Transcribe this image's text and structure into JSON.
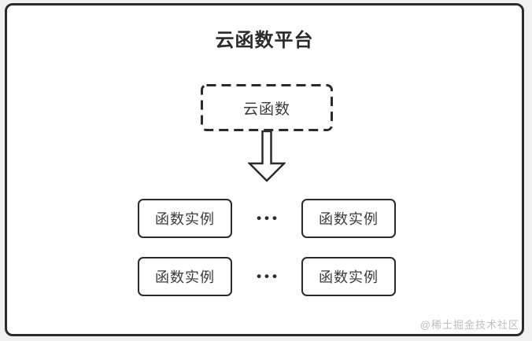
{
  "diagram": {
    "title": "云函数平台",
    "nodes": {
      "cloud_function": "云函数",
      "instances": [
        "函数实例",
        "函数实例",
        "函数实例",
        "函数实例"
      ]
    },
    "ellipsis": "•••",
    "watermark": "@稀土掘金技术社区",
    "colors": {
      "outline": "#2b2b2b",
      "text": "#3a3a3a",
      "panel_background": "#ffffff",
      "page_background": "#f1f1f1",
      "watermark_text": "#bdbdbd"
    }
  }
}
